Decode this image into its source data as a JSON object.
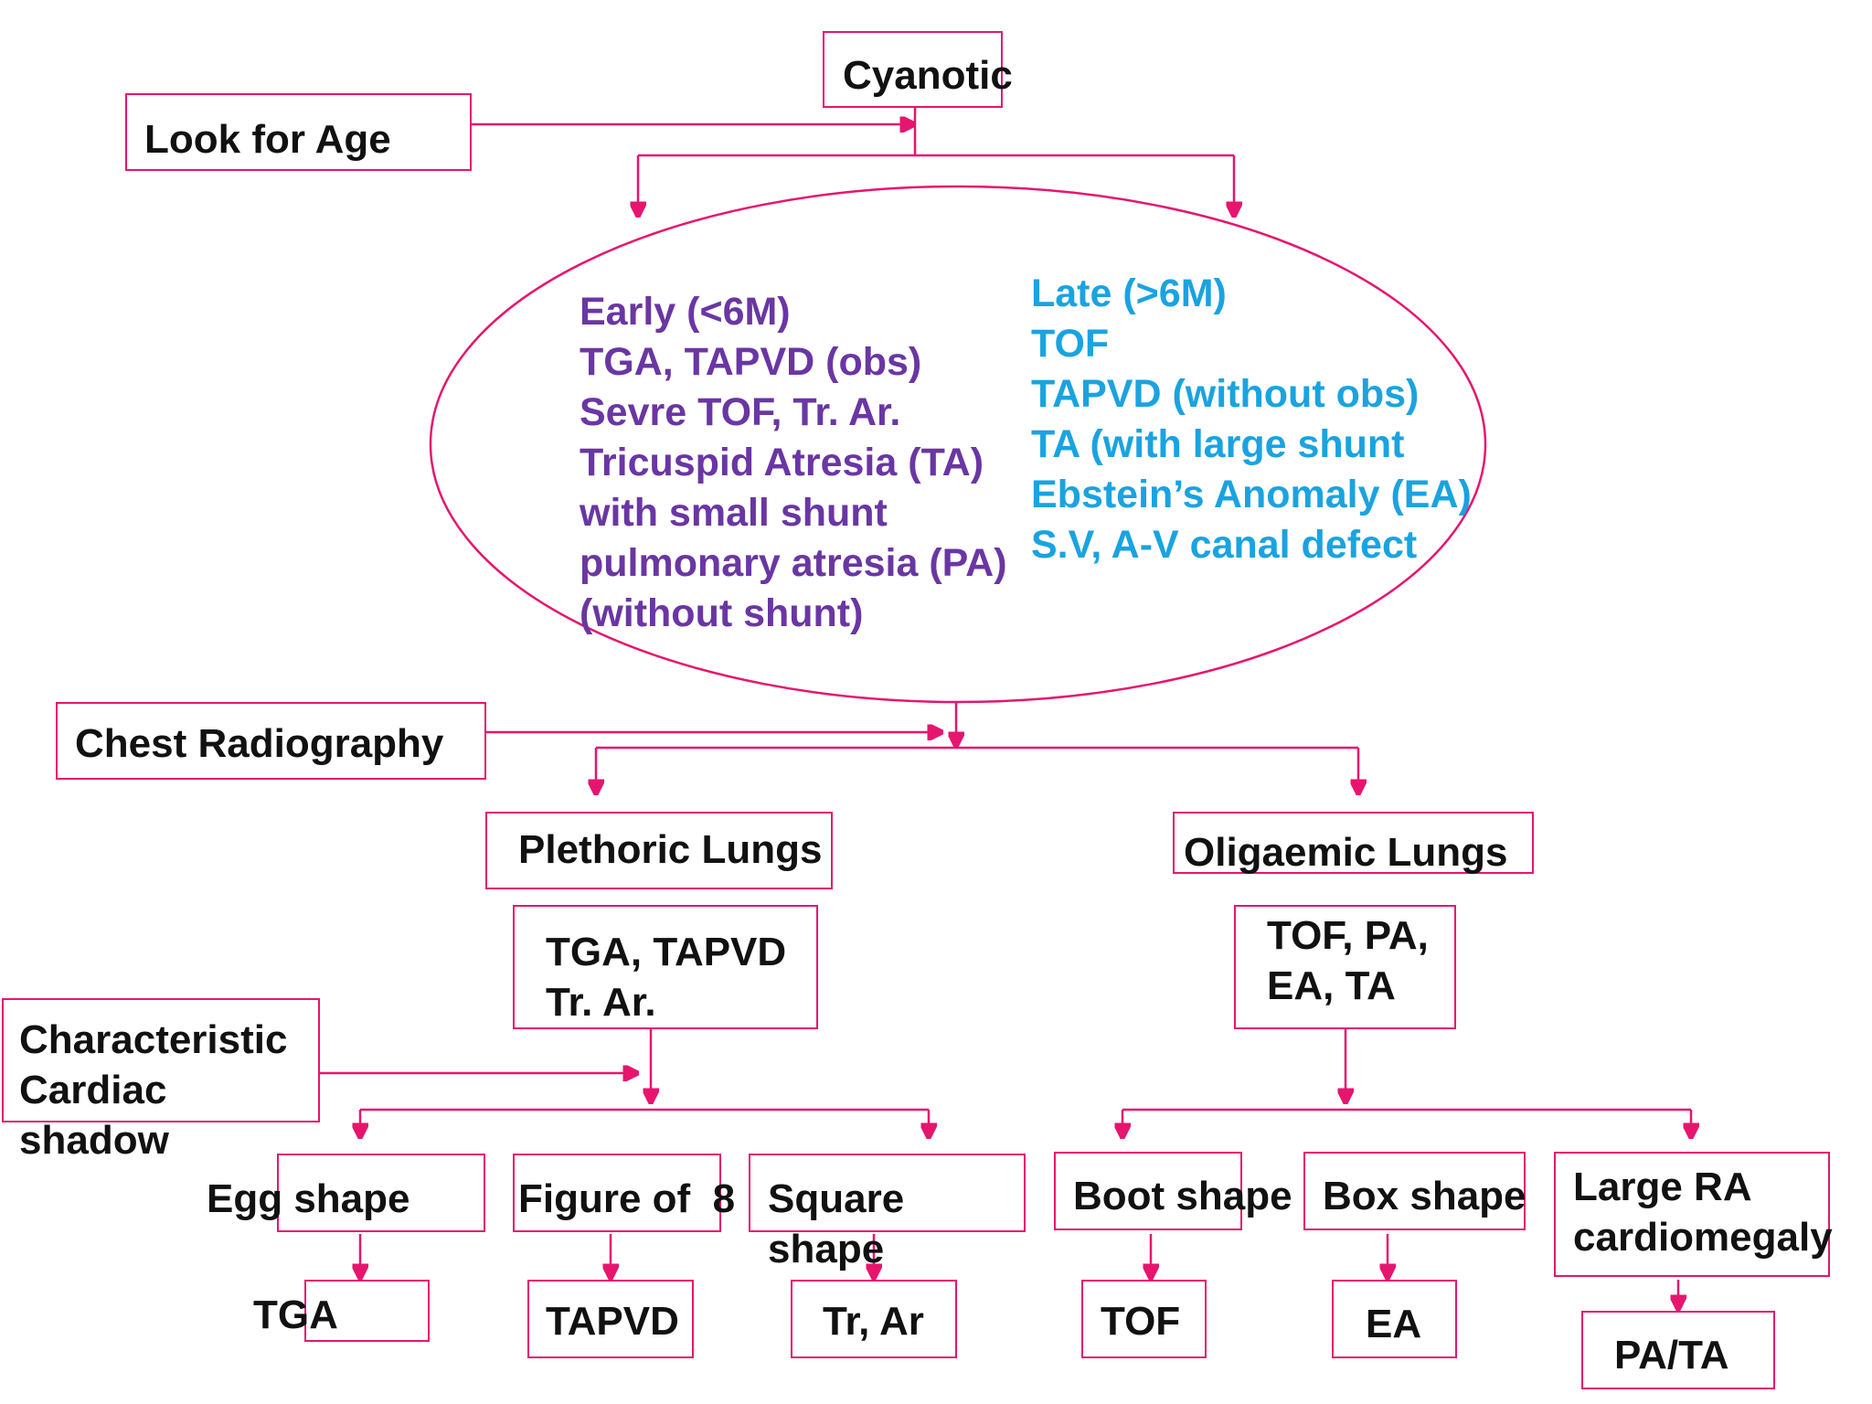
{
  "colors": {
    "connector": "#e6156e",
    "early_text": "#6a36a3",
    "late_text": "#1aa3e0",
    "label_text": "#111111"
  },
  "nodes": {
    "cyanotic": "Cyanotic",
    "look_for_age": "Look for Age",
    "early_group": "Early (<6M)\nTGA, TAPVD (obs)\nSevre TOF, Tr. Ar.\nTricuspid Atresia (TA)\nwith small shunt\npulmonary atresia (PA)\n(without shunt)",
    "late_group": "Late (>6M)\nTOF\nTAPVD (without obs)\nTA (with large shunt\nEbstein’s Anomaly (EA)\nS.V, A-V canal defect",
    "chest_radiography": "Chest Radiography",
    "plethoric_lungs": "Plethoric Lungs",
    "oligaemic_lungs": "Oligaemic Lungs",
    "plethoric_list": "TGA, TAPVD\nTr. Ar.",
    "oligaemic_list": "TOF, PA,\nEA, TA",
    "characteristic_shadow": "Characteristic\nCardiac\nshadow",
    "egg_shape": "Egg shape",
    "figure_of_8": "Figure of  8",
    "square_shape": "Square\nshape",
    "boot_shape": "Boot shape",
    "box_shape": "Box shape",
    "large_ra": "Large RA\ncardiomegaly",
    "tga": "TGA",
    "tapvd": "TAPVD",
    "tr_ar": "Tr, Ar",
    "tof": "TOF",
    "ea": "EA",
    "pa_ta": "PA/TA"
  }
}
